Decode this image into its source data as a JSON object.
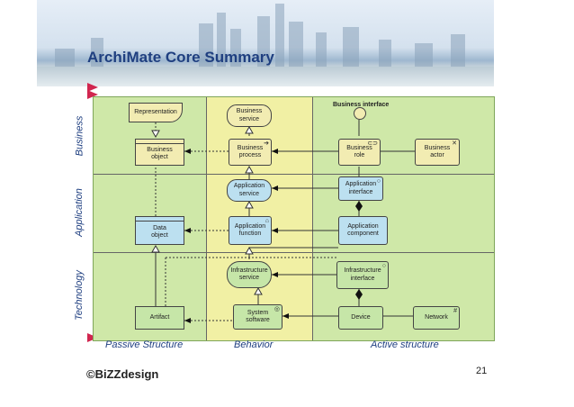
{
  "title": "ArchiMate Core Summary",
  "layers": {
    "business": "Business",
    "application": "Application",
    "technology": "Technology"
  },
  "columns": {
    "passive": "Passive Structure",
    "behavior": "Behavior",
    "active": "Active structure"
  },
  "elements": {
    "representation": "Representation",
    "business_service": [
      "Business",
      "service"
    ],
    "business_interface": "Business interface",
    "business_object": [
      "Business",
      "object"
    ],
    "business_process": [
      "Business",
      "process"
    ],
    "business_role": [
      "Business",
      "role"
    ],
    "business_actor": [
      "Business",
      "actor"
    ],
    "application_service": [
      "Application",
      "service"
    ],
    "application_interface": [
      "Application",
      "interface"
    ],
    "data_object": [
      "Data",
      "object"
    ],
    "application_function": [
      "Application",
      "function"
    ],
    "application_component": [
      "Application",
      "component"
    ],
    "infrastructure_service": [
      "Infrastructure",
      "service"
    ],
    "infrastructure_interface": [
      "Infrastructure",
      "interface"
    ],
    "artifact": "Artifact",
    "system_software": [
      "System",
      "software"
    ],
    "device": "Device",
    "network": "Network"
  },
  "footer": {
    "logo": "©BiZZdesign",
    "page_number": "21"
  },
  "colors": {
    "title": "#1f3f80",
    "marker": "#d1264f",
    "business": "#f2ecb2",
    "application": "#bce0f0",
    "technology": "#c6e6a8",
    "behavior_band": "#f1f0a4",
    "diagram_bg": "#cfe8a8"
  }
}
